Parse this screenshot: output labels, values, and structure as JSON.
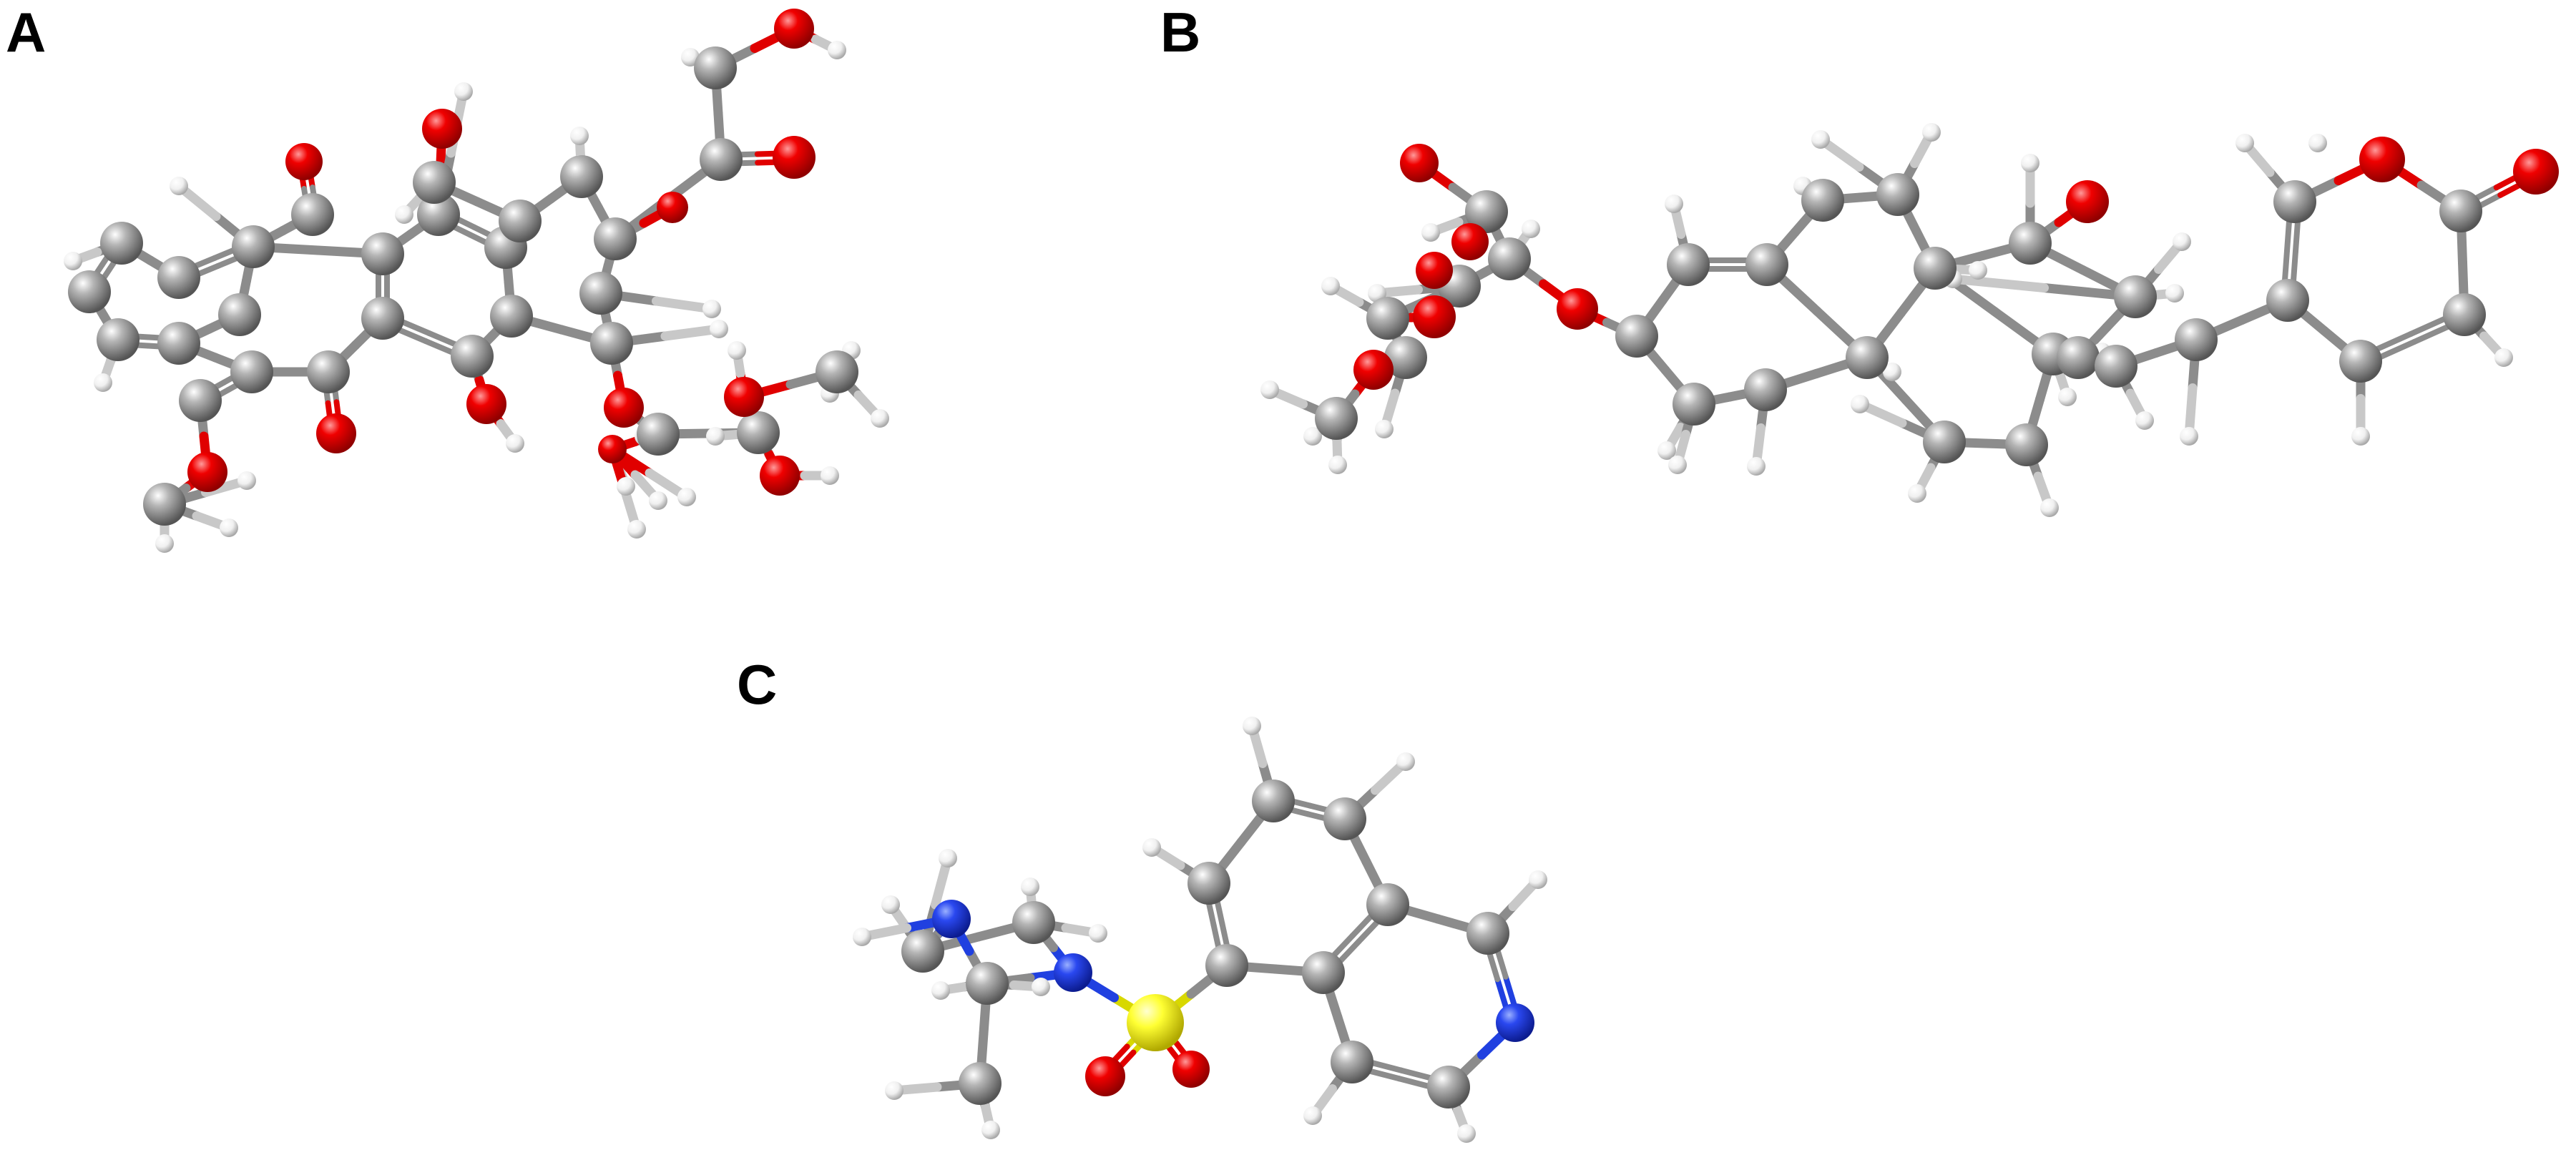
{
  "panels": [
    {
      "label": "A"
    },
    {
      "label": "B"
    },
    {
      "label": "C"
    }
  ],
  "colors": {
    "carbon": "#8c8c8c",
    "hydrogen": "#f2f2f2",
    "oxygen": "#e00000",
    "nitrogen": "#2040e0",
    "sulfur": "#ffff33",
    "bond": "#9a9a9a"
  }
}
